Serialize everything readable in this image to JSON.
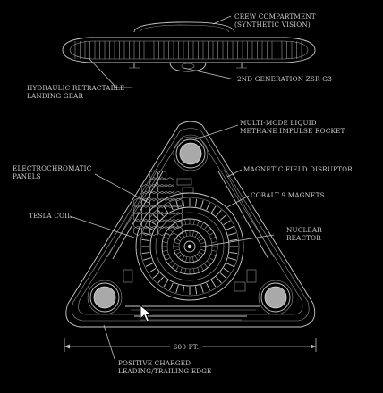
{
  "labels": {
    "crew_compartment": [
      "CREW COMPARTMENT",
      "(SYNTHETIC VISION)"
    ],
    "second_generation": "2ND GENERATION ZSR-G3",
    "landing_gear": [
      "HYDRAULIC RETRACTABLE",
      "LANDING GEAR"
    ],
    "rocket": [
      "MULTI-MODE LIQUID",
      "METHANE IMPULSE ROCKET"
    ],
    "electrochromatic": [
      "ELECTROCHROMATIC",
      "PANELS"
    ],
    "field_disruptor": "MAGNETIC FIELD DISRUPTOR",
    "cobalt": "COBALT 9 MAGNETS",
    "tesla": "TESLA COIL",
    "nuclear": [
      "NUCLEAR",
      "REACTOR"
    ],
    "dimension": "600 FT.",
    "positive": [
      "POSITIVE CHARGED",
      "LEADING/TRAILING EDGE"
    ]
  },
  "colors": {
    "background": "#000000",
    "line": "#c8c8c8",
    "text": "#cfcfcf"
  },
  "icons": {
    "cursor": "mouse-pointer-icon"
  }
}
